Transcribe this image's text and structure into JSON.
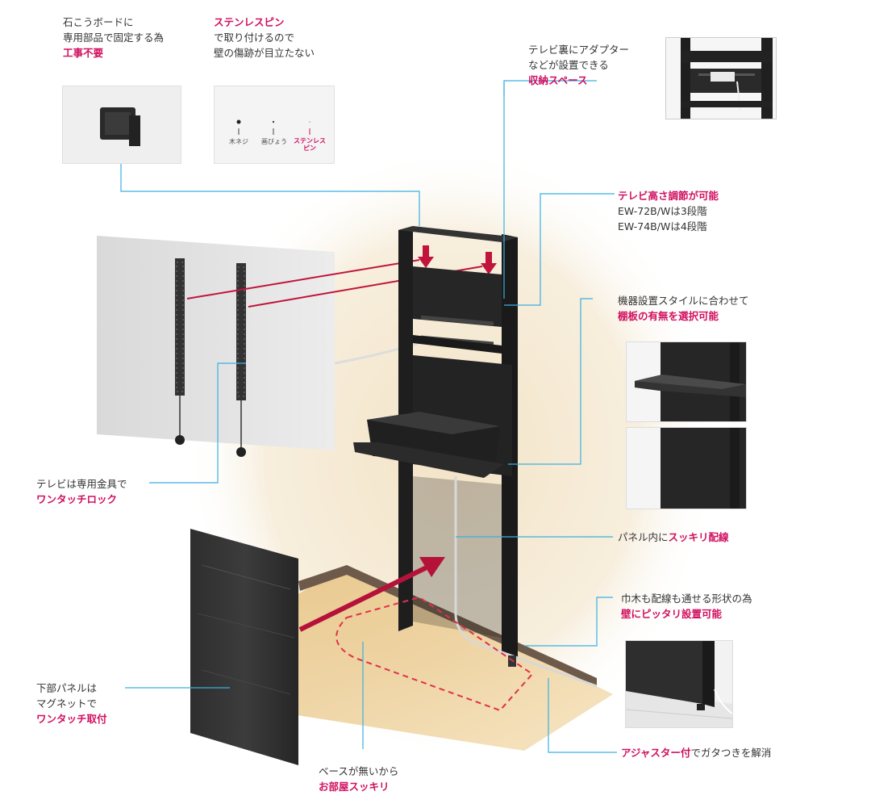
{
  "callouts": {
    "gypsum": {
      "line1": "石こうボードに",
      "line2": "専用部品で固定する為",
      "highlight": "工事不要"
    },
    "stainless": {
      "highlight": "ステンレスピン",
      "line1": "で取り付けるので",
      "line2": "壁の傷跡が目立たない"
    },
    "storage": {
      "line1": "テレビ裏にアダプター",
      "line2": "などが設置できる",
      "highlight": "収納スペース"
    },
    "height": {
      "highlight": "テレビ高さ調節が可能",
      "line1": "EW-72B/Wは3段階",
      "line2": "EW-74B/Wは4段階"
    },
    "shelf": {
      "line1": "機器設置スタイルに合わせて",
      "highlight": "棚板の有無を選択可能"
    },
    "tvlock": {
      "line1": "テレビは専用金具で",
      "highlight": "ワンタッチロック"
    },
    "wiring": {
      "prefix": "パネル内に",
      "highlight": "スッキリ配線"
    },
    "baseboard": {
      "line1": "巾木も配線も通せる形状の為",
      "highlight": "壁にピッタリ設置可能"
    },
    "panel": {
      "line1": "下部パネルは",
      "line2": "マグネットで",
      "highlight": "ワンタッチ取付"
    },
    "adjuster": {
      "highlight": "アジャスター付",
      "suffix": "でガタつきを解消"
    },
    "base": {
      "line1": "ベースが無いから",
      "highlight": "お部屋スッキリ"
    }
  },
  "pin_labels": {
    "wood_screw": "木ネジ",
    "staple": "画びょう",
    "stainless_pin": "ステンレスピン"
  },
  "colors": {
    "accent": "#d01060",
    "leader": "#3ab0e0",
    "frame": "#1e1e1e",
    "floor": "#e9c98a"
  }
}
